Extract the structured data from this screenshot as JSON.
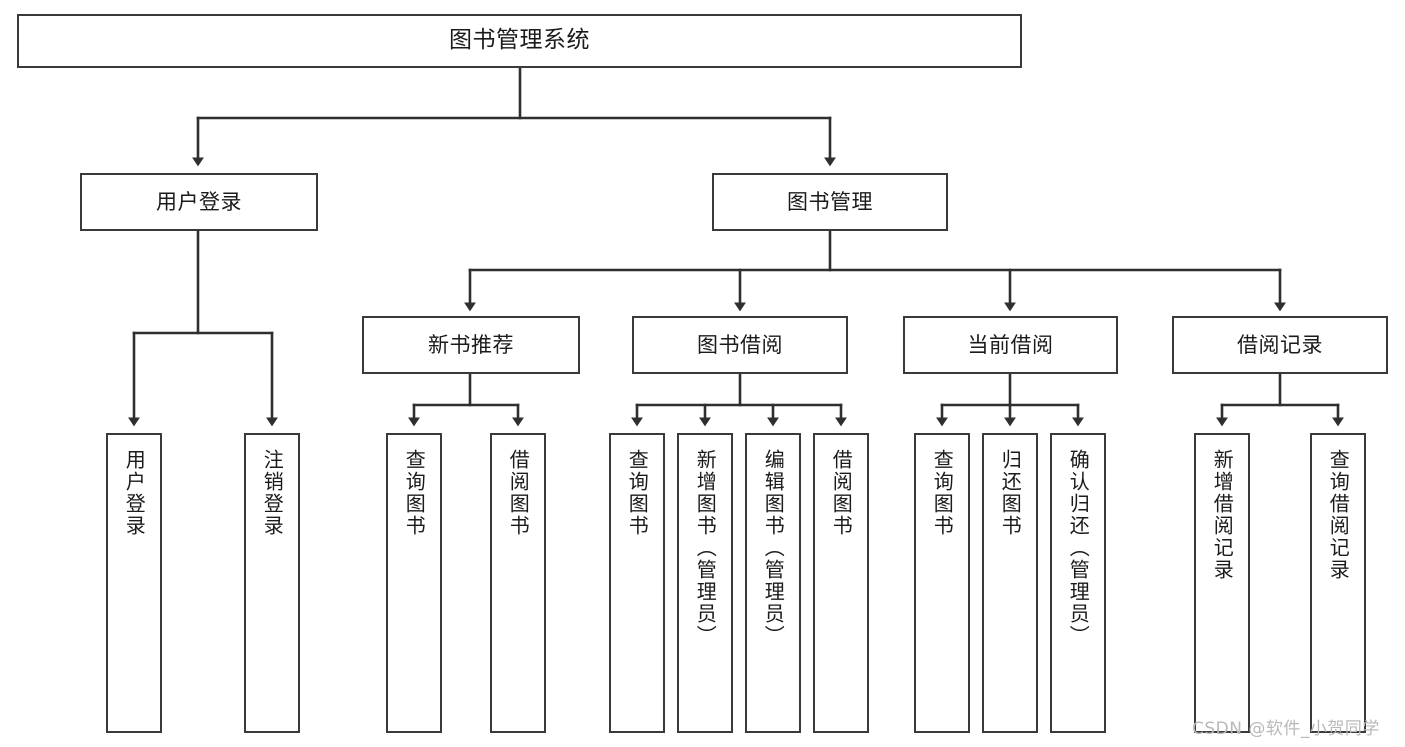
{
  "diagram": {
    "type": "tree",
    "title": "图书管理系统",
    "orientation": "top-down",
    "colors": {
      "node_border": "#3a3a3a",
      "node_fill": "#ffffff",
      "edge": "#2f2f2f",
      "text": "#1b1b1b",
      "watermark": "#b9b9b9",
      "background": "#ffffff"
    },
    "root": {
      "label": "图书管理系统"
    },
    "level2": [
      {
        "label": "用户登录"
      },
      {
        "label": "图书管理"
      }
    ],
    "level3": [
      {
        "label": "新书推荐"
      },
      {
        "label": "图书借阅"
      },
      {
        "label": "当前借阅"
      },
      {
        "label": "借阅记录"
      }
    ],
    "leaves": {
      "user_login": [
        {
          "label": "用户登录"
        },
        {
          "label": "注销登录"
        }
      ],
      "new_book_recommend": [
        {
          "label": "查询图书"
        },
        {
          "label": "借阅图书"
        }
      ],
      "book_borrow": [
        {
          "label": "查询图书"
        },
        {
          "label": "新增图书（管理员）"
        },
        {
          "label": "编辑图书（管理员）"
        },
        {
          "label": "借阅图书"
        }
      ],
      "current_borrow": [
        {
          "label": "查询图书"
        },
        {
          "label": "归还图书"
        },
        {
          "label": "确认归还（管理员）"
        }
      ],
      "borrow_record": [
        {
          "label": "新增借阅记录"
        },
        {
          "label": "查询借阅记录"
        }
      ]
    }
  },
  "watermark": {
    "text": "CSDN @软件_小贺同学"
  }
}
